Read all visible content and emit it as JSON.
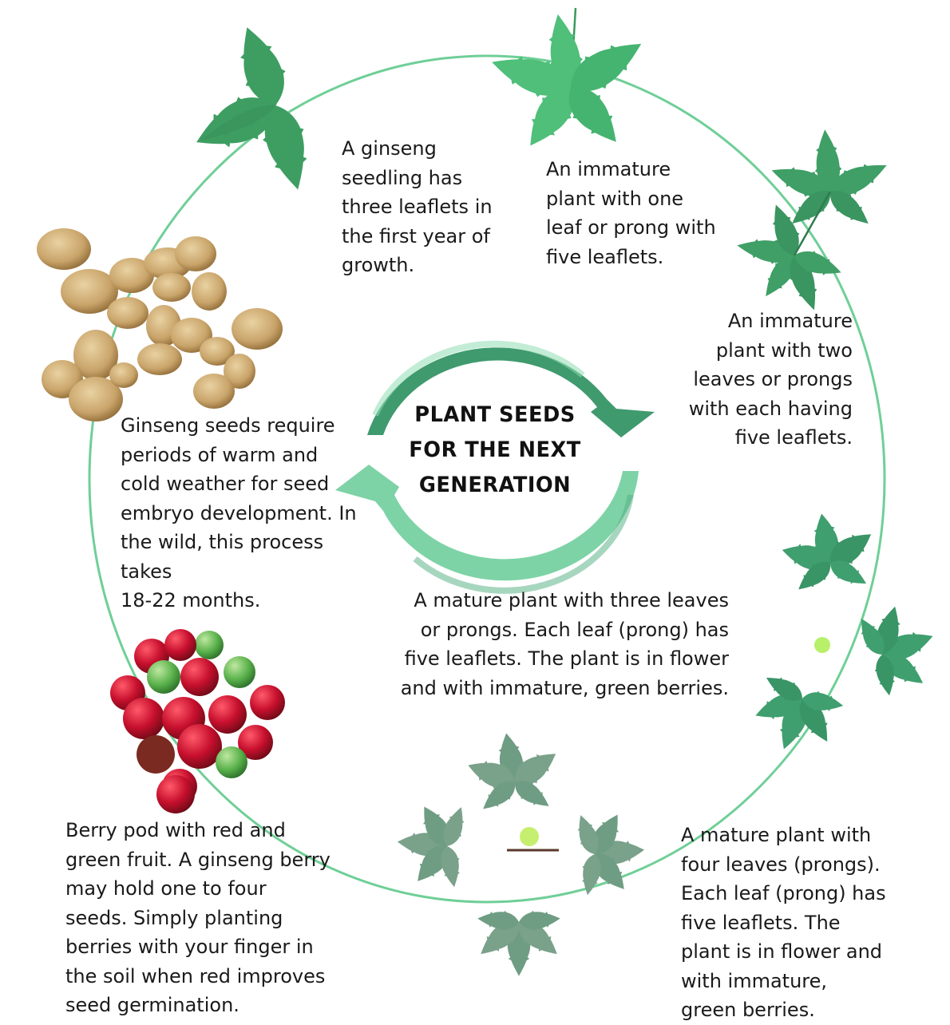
{
  "center": {
    "title": "PLANT SEEDS\nFOR THE NEXT\nGENERATION"
  },
  "top_fragment": "",
  "stages": [
    {
      "id": "seedling",
      "caption": "A ginseng\nseedling has\nthree leaflets in\nthe first year of\ngrowth."
    },
    {
      "id": "one-prong",
      "caption": "An immature\nplant with one\nleaf or prong with\nfive leaflets."
    },
    {
      "id": "two-prong",
      "caption": "An immature\nplant with two\nleaves or prongs\nwith each having\nfive leaflets."
    },
    {
      "id": "three-prong",
      "caption": "A mature plant with three leaves\nor prongs.  Each leaf (prong) has\nfive leaflets. The plant is in flower\nand with immature, green berries."
    },
    {
      "id": "four-prong",
      "caption": "A mature plant with\nfour leaves (prongs).\nEach leaf (prong) has\nfive leaflets. The\nplant is in flower and\nwith immature,\ngreen berries."
    },
    {
      "id": "berries",
      "caption": "Berry pod with red and\ngreen fruit. A ginseng berry\nmay hold one to four\nseeds. Simply planting\nberries with your finger in\nthe soil when red improves\nseed germination."
    },
    {
      "id": "seeds",
      "caption": "Ginseng seeds require\nperiods of warm and\ncold weather for seed\nembryo development. In\nthe wild, this process\ntakes\n18-22 months."
    }
  ],
  "colors": {
    "cycle_ring": "#6fcf97",
    "arrow_dark": "#3f9a6e",
    "arrow_light": "#7dd3a6",
    "leaf_bright": "#4fbf7a",
    "leaf_mid": "#3e9e62",
    "leaf_pale": "#7aa18a",
    "seed_tan": "#c9a46a",
    "berry_red": "#c8102e",
    "berry_green": "#58b04a"
  }
}
